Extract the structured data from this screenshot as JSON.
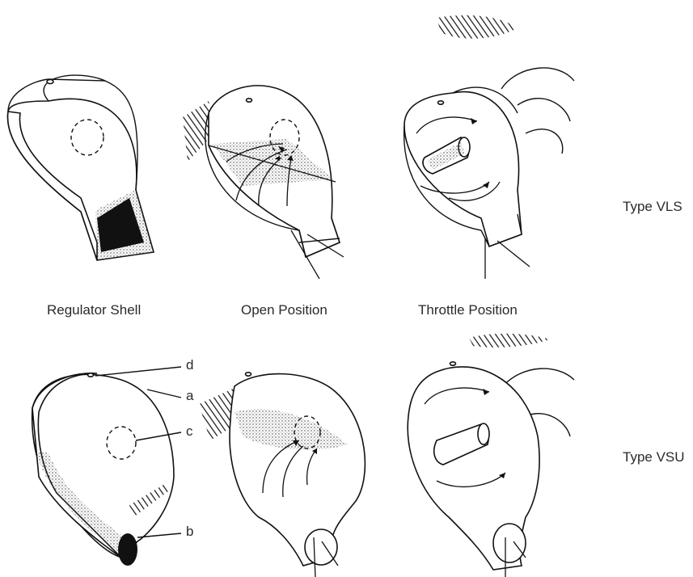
{
  "columns": {
    "shell": "Regulator Shell",
    "open": "Open Position",
    "throttle": "Throttle Position"
  },
  "rows": {
    "vls": "Type VLS",
    "vsu": "Type VSU"
  },
  "callouts": {
    "a": "a",
    "b": "b",
    "c": "c",
    "d": "d"
  }
}
